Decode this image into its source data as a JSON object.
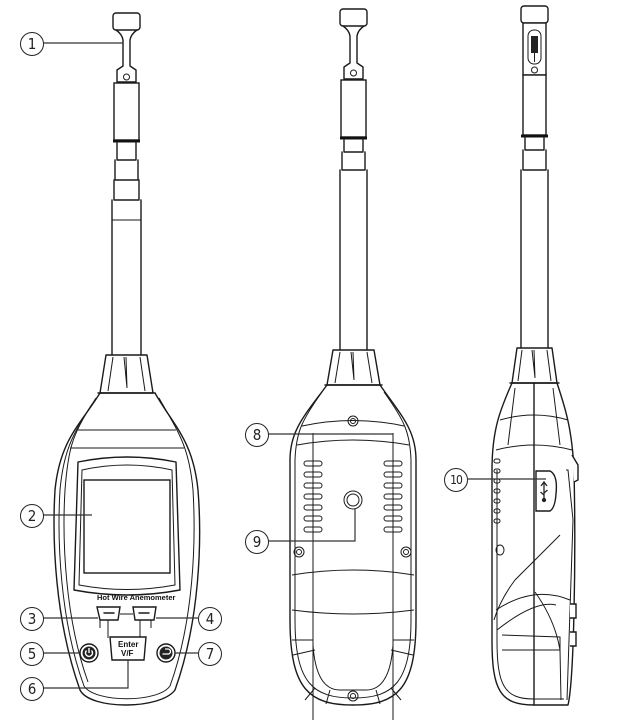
{
  "figure": {
    "subject": "Hot wire anemometer",
    "views": [
      {
        "id": "front",
        "description": "Front view"
      },
      {
        "id": "back",
        "description": "Rear view"
      },
      {
        "id": "side",
        "description": "Side view"
      }
    ],
    "device_text": {
      "screen_label": "Hot Wire Anemometer",
      "enter_button_line1": "Enter",
      "enter_button_line2": "V/F"
    },
    "icons": {
      "power_button": "power-icon",
      "back_button": "return-arrow-icon",
      "usb_port": "usb-icon",
      "soft_keys": "dash-icon"
    },
    "callouts": [
      {
        "number": "1",
        "view": "front",
        "target": "probe sensor head"
      },
      {
        "number": "2",
        "view": "front",
        "target": "LCD display"
      },
      {
        "number": "3",
        "view": "front",
        "target": "left function key"
      },
      {
        "number": "4",
        "view": "front",
        "target": "right function key"
      },
      {
        "number": "5",
        "view": "front",
        "target": "power button"
      },
      {
        "number": "6",
        "view": "front",
        "target": "Enter V/F button"
      },
      {
        "number": "7",
        "view": "front",
        "target": "back button"
      },
      {
        "number": "8",
        "view": "back",
        "target": "ventilation slots"
      },
      {
        "number": "9",
        "view": "back",
        "target": "tripod mount"
      },
      {
        "number": "10",
        "view": "side",
        "target": "USB port"
      }
    ]
  }
}
